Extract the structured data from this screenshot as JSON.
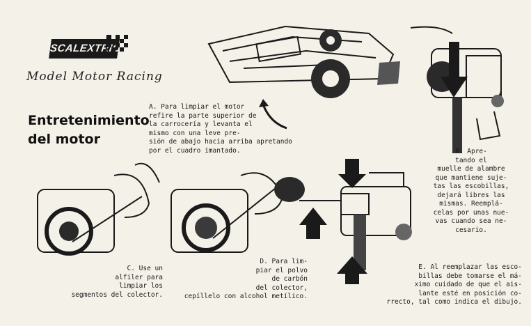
{
  "brand": {
    "logo_text": "SCALEXTRIC",
    "subtitle": "Model Motor Racing"
  },
  "title": {
    "line1": "Entretenimiento",
    "line2": "del motor"
  },
  "captions": {
    "a": "A. Para limpiar el motor\nrefire la parte superior de\nla carrocería y levanta el\nmismo con una leve pre-\nsión de abajo hacia arriba apretando\npor el cuadro imantado.",
    "b": "B. Apre-\ntando el\nmuelle de alambre\nque mantiene suje-\ntas las escobillas,\ndejará libres las\nmismas. Reemplá-\ncelas por unas nue-\nvas cuando sea ne-\ncesario.",
    "c": "C. Use un\nalfiler para\nlimpiar los\nsegmentos del colector.",
    "d": "D. Para lim-\npiar el polvo\nde carbón\ndel colector,\ncepíllelo con alcohol metílico.",
    "e": "E. Al reemplazar las esco-\nbillas debe tomarse el má-\nximo cuidado de que el ais-\nlante esté en posición co-\nrrecto, tal como indica el dibujo."
  },
  "colors": {
    "paper": "#f4f1e8",
    "ink": "#1a1a1a"
  }
}
